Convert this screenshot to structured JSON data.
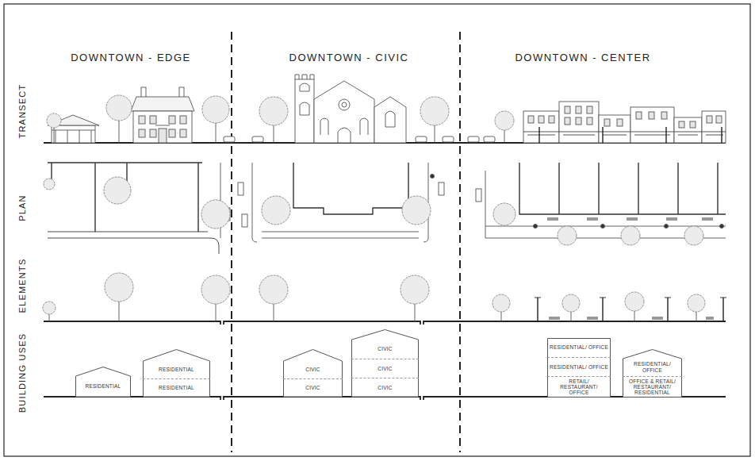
{
  "diagram": {
    "nodes": [
      {
        "text": [
          "RESIDENTIAL"
        ]
      },
      {
        "text": [
          "RESIDENTIAL",
          "RESIDENTIAL"
        ]
      },
      {
        "text": [
          "CIVIC",
          "CIVIC"
        ]
      },
      {
        "text": [
          "CIVIC",
          "CIVIC",
          "CIVIC"
        ]
      },
      {
        "text": [
          "RESIDENTIAL/ OFFICE",
          "RESIDENTIAL/ OFFICE",
          "RETAIL/ RESTAURANT/ OFFICE"
        ]
      },
      {
        "text": [
          "RESIDENTIAL/ OFFICE",
          "OFFICE & RETAIL/ RESTAURANT/ RESIDENTIAL"
        ]
      }
    ],
    "labels": [
      "DOWNTOWN - EDGE",
      "DOWNTOWN - CIVIC",
      "DOWNTOWN - CENTER",
      "TRANSECT",
      "PLAN",
      "ELEMENTS",
      "BUILDING USES"
    ]
  }
}
